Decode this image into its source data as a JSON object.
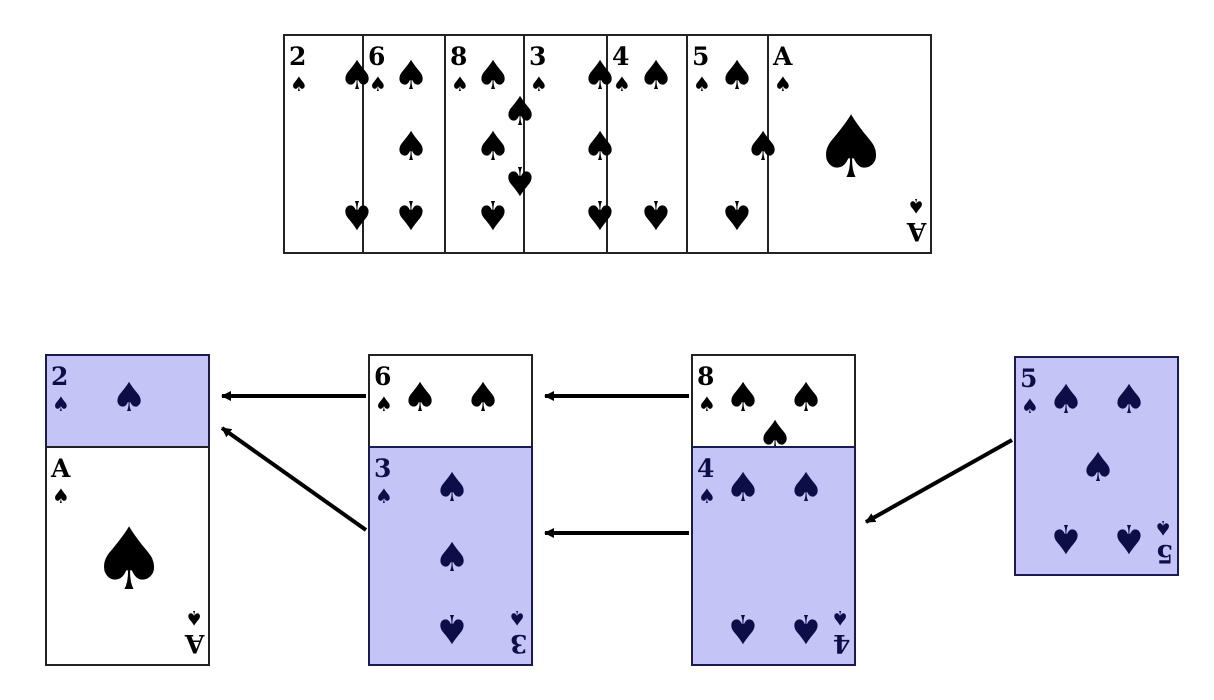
{
  "suit_symbol": "♠",
  "top_hand": [
    {
      "rank": "2"
    },
    {
      "rank": "6"
    },
    {
      "rank": "8"
    },
    {
      "rank": "3"
    },
    {
      "rank": "4"
    },
    {
      "rank": "5"
    },
    {
      "rank": "A"
    }
  ],
  "bottom": {
    "stack1": {
      "back": {
        "rank": "2"
      },
      "front": {
        "rank": "A"
      }
    },
    "stack2": {
      "back": {
        "rank": "6"
      },
      "front": {
        "rank": "3"
      }
    },
    "stack3": {
      "back": {
        "rank": "8"
      },
      "front": {
        "rank": "4"
      }
    },
    "single": {
      "rank": "5"
    }
  },
  "colors": {
    "highlight": "#c4c4f7",
    "highlight_border": "#1a1a55",
    "pip_dark": "#0d0d48",
    "ink": "#000000"
  }
}
